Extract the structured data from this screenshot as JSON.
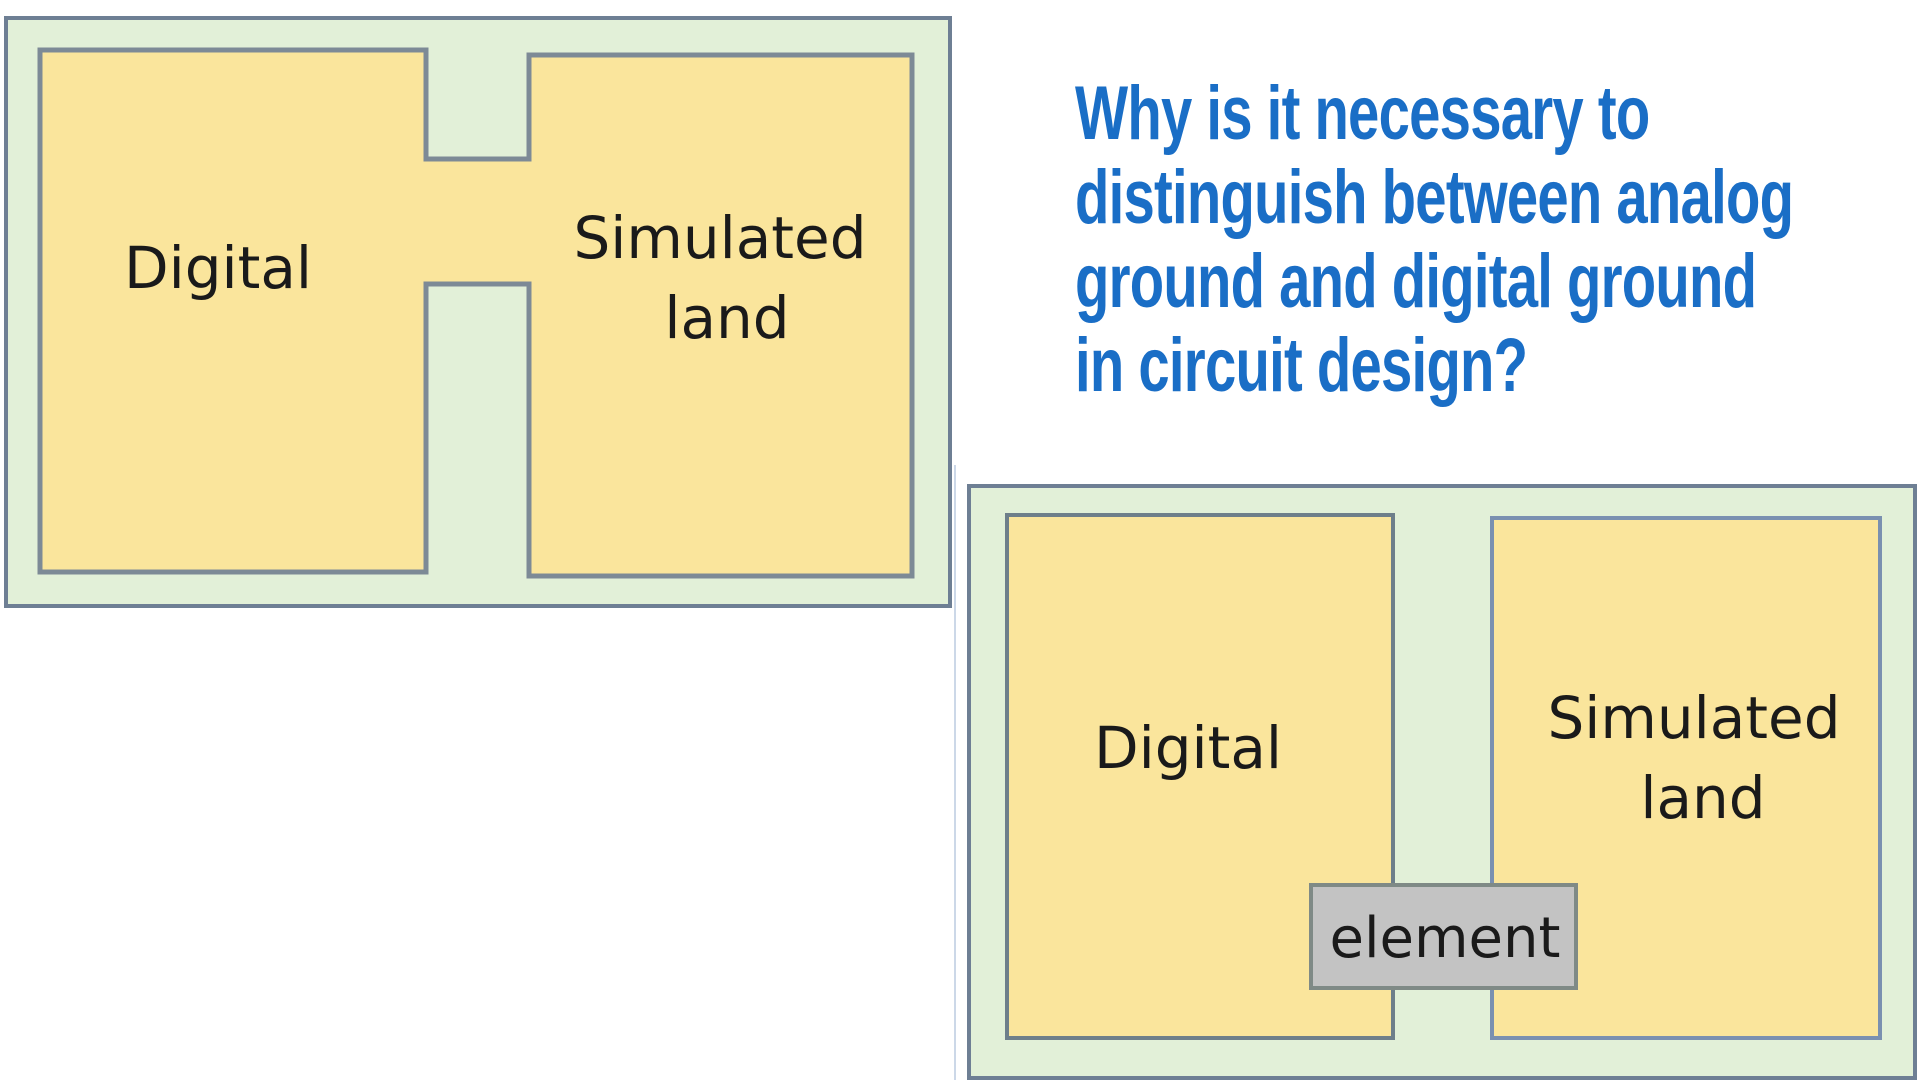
{
  "colors": {
    "board": "#e2f0d8",
    "plane": "#fae59c",
    "outline": "#6e7f94",
    "component": "#c3c3c3",
    "title": "#1a6ec6",
    "label": "#1a1a1a"
  },
  "title_lines": [
    "Why is it necessary to",
    "distinguish between analog",
    "ground and digital ground",
    "in circuit design?"
  ],
  "diagram_top": {
    "left_label": "Digital",
    "right_label_line1": "Simulated",
    "right_label_line2": "land"
  },
  "diagram_bottom": {
    "left_label": "Digital",
    "right_label_line1": "Simulated",
    "right_label_line2": "land",
    "bridge_label": "element"
  }
}
